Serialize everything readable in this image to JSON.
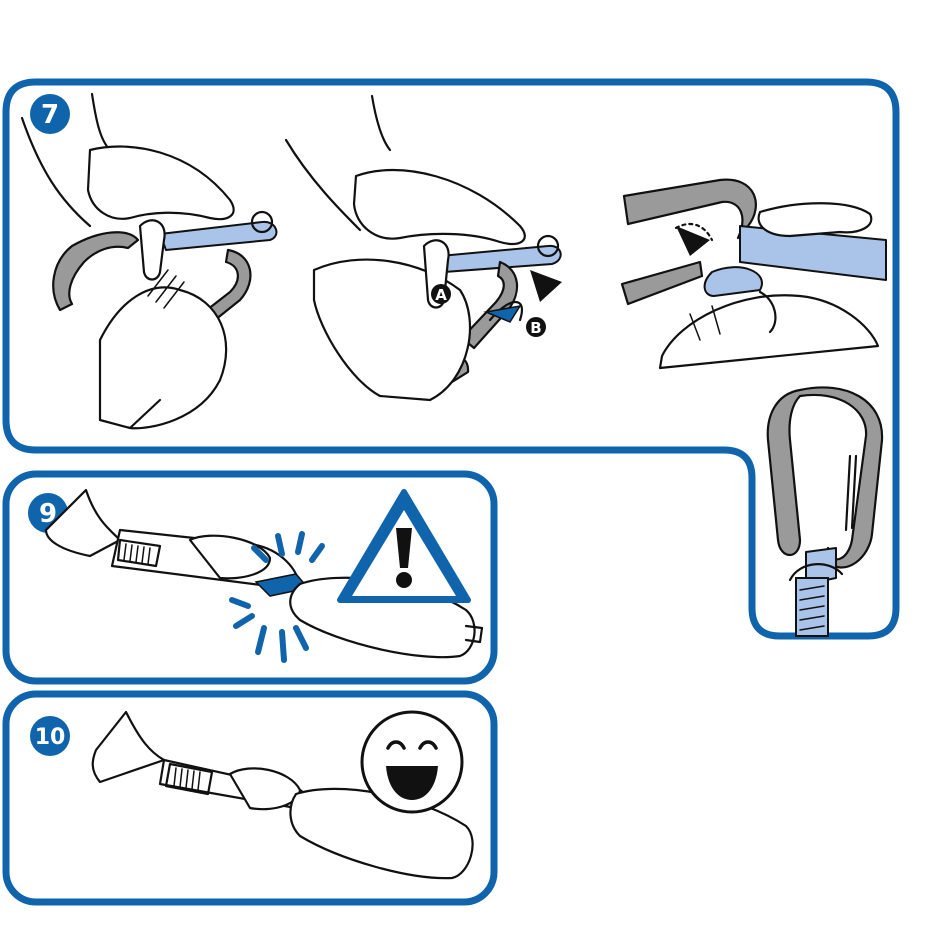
{
  "steps": [
    {
      "id": "step-7",
      "label": "7"
    },
    {
      "id": "step-9",
      "label": "9"
    },
    {
      "id": "step-10",
      "label": "10"
    }
  ],
  "step7": {
    "marker_a": "A",
    "marker_b": "B"
  },
  "colors": {
    "frame": "#1064ac",
    "sling": "#aac3e8",
    "metal": "#9a9a9a",
    "highlight": "#1064ac"
  },
  "icons": [
    "warning-triangle-icon",
    "smiley-face-icon"
  ]
}
